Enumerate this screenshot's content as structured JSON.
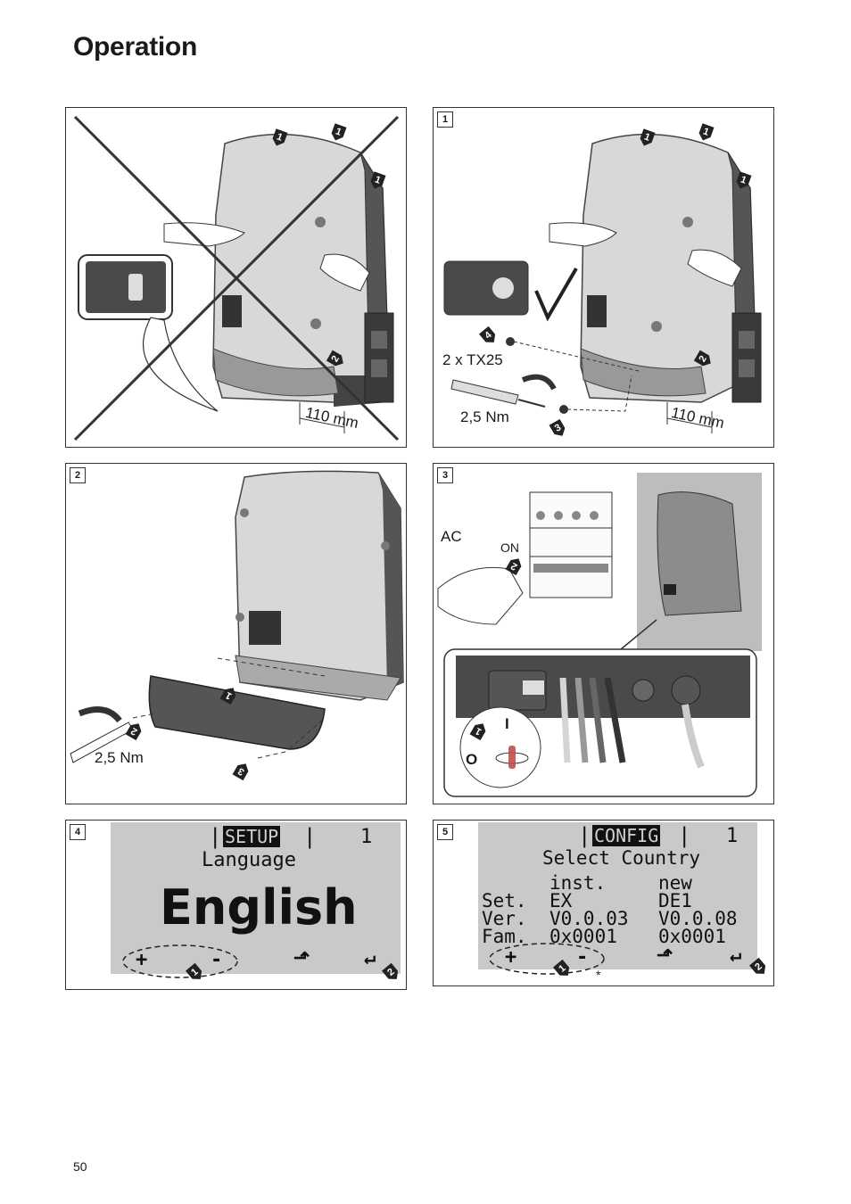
{
  "page": {
    "title": "Operation",
    "page_number": "50"
  },
  "panels": {
    "p0": {
      "dimension": "110 mm"
    },
    "p1": {
      "step": "1",
      "screws": "2 x TX25",
      "torque": "2,5 Nm",
      "dimension": "110 mm"
    },
    "p2": {
      "step": "2",
      "torque": "2,5 Nm"
    },
    "p3": {
      "step": "3",
      "ac_label": "AC",
      "on_label": "ON",
      "switch_on": "I",
      "switch_off": "O"
    },
    "p4": {
      "step": "4",
      "menu": "SETUP",
      "index": "1",
      "heading": "Language",
      "value": "English",
      "plus": "+",
      "minus": "-"
    },
    "p5": {
      "step": "5",
      "menu": "CONFIG",
      "index": "1",
      "heading": "Select Country",
      "col_inst": "inst.",
      "col_new": "new",
      "row_set": "Set.",
      "row_ver": "Ver.",
      "row_fam": "Fam.",
      "set_inst": "EX",
      "set_new": "DE1",
      "ver_inst": "V0.0.03",
      "ver_new": "V0.0.08",
      "fam_inst": "0x0001",
      "fam_new": "0x0001",
      "plus": "+",
      "minus": "-",
      "footnote": "*"
    }
  },
  "markers": {
    "one": "1",
    "two": "2",
    "three": "3",
    "four": "4"
  }
}
